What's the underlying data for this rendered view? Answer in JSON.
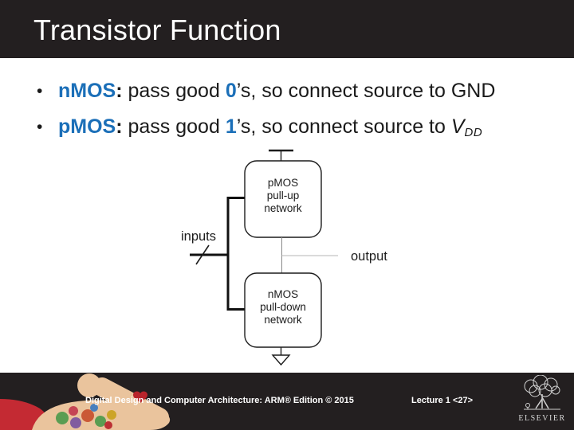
{
  "header": {
    "title": "Transistor Function"
  },
  "bullet_glyph": "•",
  "bullets": [
    {
      "term": "nMOS",
      "colon": ":",
      "body": " pass good ",
      "digit": "0",
      "tail": "’s, so connect source to GND"
    },
    {
      "term": "pMOS",
      "colon": ":",
      "body": " pass good ",
      "digit": "1",
      "tail": "’s, so connect source to ",
      "var": "V",
      "var_sub": "DD"
    }
  ],
  "diagram": {
    "pullup_box": {
      "line1": "pMOS",
      "line2": "pull-up",
      "line3": "network"
    },
    "pulldown_box": {
      "line1": "nMOS",
      "line2": "pull-down",
      "line3": "network"
    },
    "inputs_label": "inputs",
    "output_label": "output"
  },
  "footer": {
    "credit": "Digital Design and Computer Architecture: ARM® Edition © 2015",
    "lecture": "Lecture 1 <27>",
    "publisher": "ELSEVIER"
  },
  "icons": {
    "power_symbol": "vdd-power-rail-icon",
    "ground_symbol": "ground-triangle-icon",
    "bus_slash": "bus-width-slash-icon",
    "arm": "flexing-tattooed-arm-illustration",
    "publisher_tree": "elsevier-tree-logo"
  },
  "colors": {
    "bar_bg": "#231f20",
    "accent_blue": "#1b6fb8",
    "body_text": "#1a1a1a",
    "sleeve_red": "#c42a33",
    "skin": "#eac49d"
  }
}
